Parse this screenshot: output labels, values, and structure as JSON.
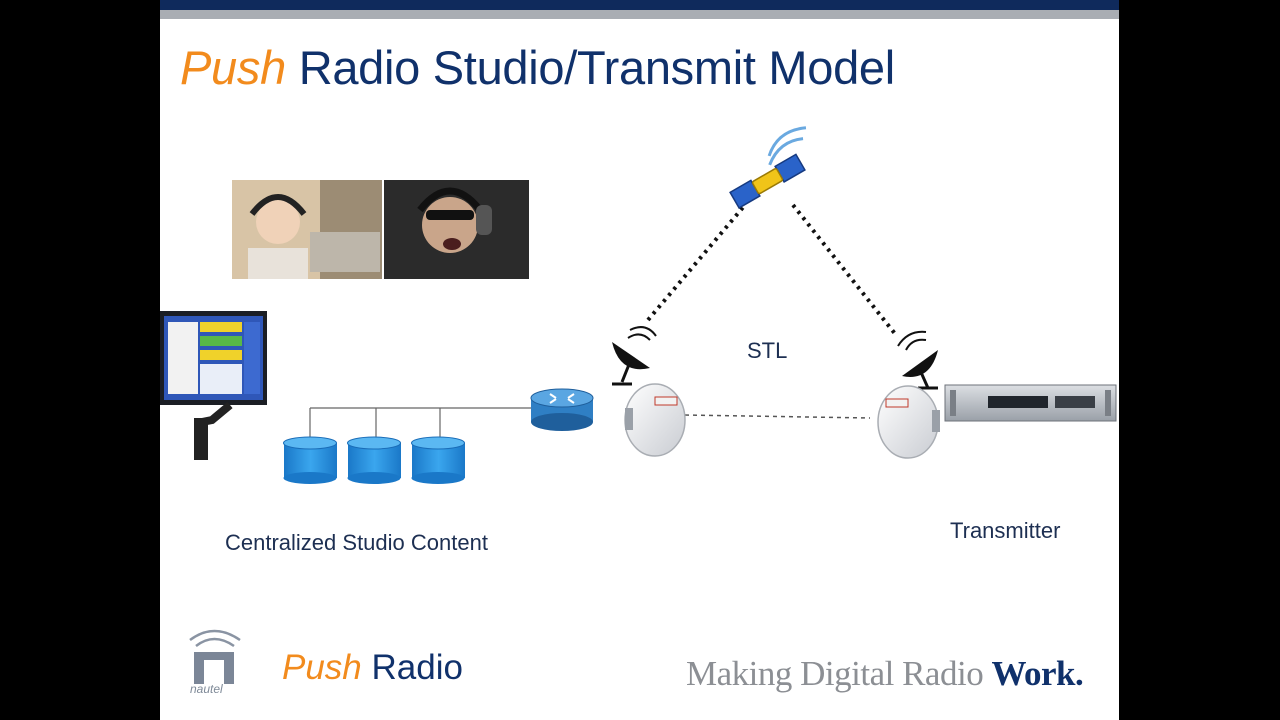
{
  "title": {
    "accent": "Push",
    "rest": "Radio Studio/Transmit Model"
  },
  "labels": {
    "stl": "STL",
    "studio": "Centralized Studio Content",
    "transmitter": "Transmitter"
  },
  "footer": {
    "push_accent": "Push",
    "push_rest": "Radio",
    "tagline_main": "Making Digital Radio ",
    "tagline_bold": "Work.",
    "logo_word": "nautel"
  },
  "icons": [
    "satellite-icon",
    "satellite-dish-icon",
    "router-icon",
    "database-icon",
    "microwave-antenna-icon",
    "transmitter-icon",
    "monitor-icon",
    "photo-icon",
    "nautel-logo-icon"
  ],
  "colors": {
    "title": "#10316b",
    "accent": "#f28b1d",
    "topbar": "#0f2a5c",
    "database": "#1f8ddb"
  }
}
